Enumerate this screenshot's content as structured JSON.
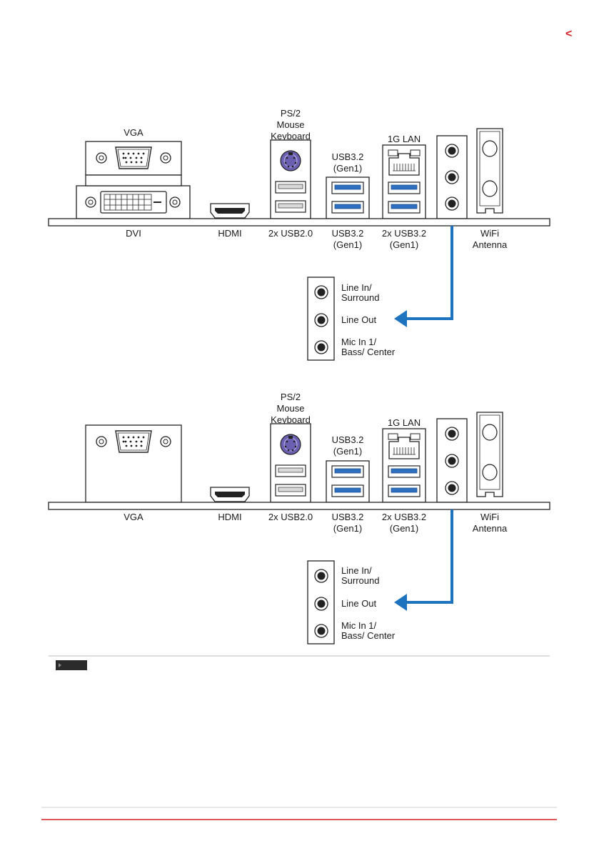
{
  "header": {
    "chevron": "<",
    "accent": "#d42027"
  },
  "diagrams": [
    {
      "top_labels": {
        "vga": "VGA",
        "ps2": [
          "PS/2",
          "Mouse",
          "Keyboard"
        ],
        "usb32_top": [
          "USB3.2",
          "(Gen1)"
        ],
        "lan": "1G LAN"
      },
      "bottom_labels": {
        "dvi": "DVI",
        "hdmi": "HDMI",
        "usb20": "2x USB2.0",
        "usb32": [
          "USB3.2",
          "(Gen1)"
        ],
        "usb32x2": [
          "2x USB3.2",
          "(Gen1)"
        ],
        "wifi": [
          "WiFi",
          "Antenna"
        ]
      },
      "audio": {
        "line_in": [
          "Line In/",
          "Surround"
        ],
        "line_out": "Line Out",
        "mic_in": [
          "Mic In 1/",
          "Bass/ Center"
        ]
      }
    },
    {
      "top_labels": {
        "ps2": [
          "PS/2",
          "Mouse",
          "Keyboard"
        ],
        "usb32_top": [
          "USB3.2",
          "(Gen1)"
        ],
        "lan": "1G LAN"
      },
      "bottom_labels": {
        "vga": "VGA",
        "hdmi": "HDMI",
        "usb20": "2x USB2.0",
        "usb32": [
          "USB3.2",
          "(Gen1)"
        ],
        "usb32x2": [
          "2x USB3.2",
          "(Gen1)"
        ],
        "wifi": [
          "WiFi",
          "Antenna"
        ]
      },
      "audio": {
        "line_in": [
          "Line In/",
          "Surround"
        ],
        "line_out": "Line Out",
        "mic_in": [
          "Mic In 1/",
          "Bass/ Center"
        ]
      }
    }
  ],
  "colors": {
    "arrow": "#1e73be",
    "usb3": "#2e6fc0",
    "ps2": "#6a5fb0",
    "footer": "#d42027"
  }
}
